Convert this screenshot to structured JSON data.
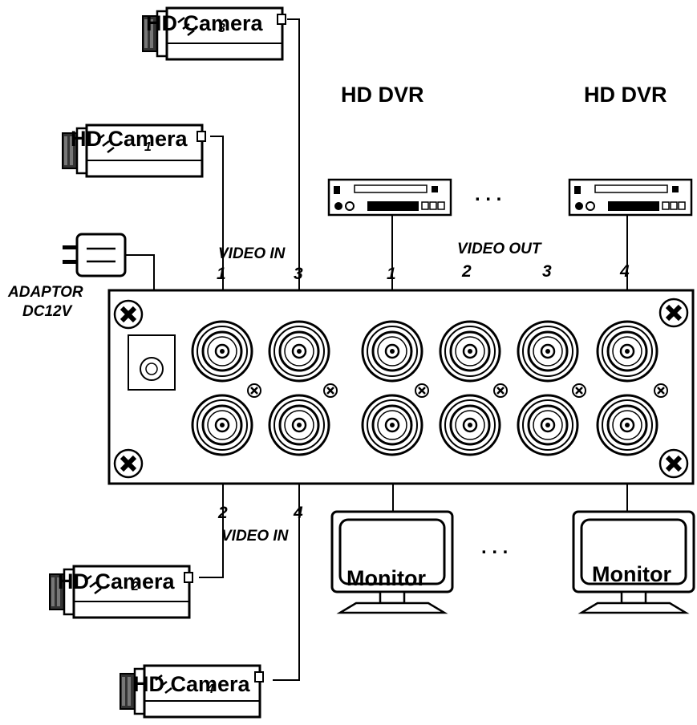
{
  "labels": {
    "dvr_left": "HD DVR",
    "dvr_right": "HD DVR",
    "video_in_top": "VIDEO IN",
    "video_in_bottom": "VIDEO IN",
    "video_out": "VIDEO OUT",
    "adaptor_line1": "ADAPTOR",
    "adaptor_line2": "DC12V",
    "ellipsis_top": ". . .",
    "ellipsis_bottom": ". . ."
  },
  "cameras": [
    {
      "label": "HD Camera",
      "index": "3"
    },
    {
      "label": "HD Camera",
      "index": "1"
    },
    {
      "label": "HD Camera",
      "index": "2"
    },
    {
      "label": "HD Camera",
      "index": "4"
    }
  ],
  "monitors": [
    {
      "label": "Monitor"
    },
    {
      "label": "Monitor"
    }
  ],
  "port_numbers": {
    "in_top": [
      "1",
      "3"
    ],
    "in_bottom": [
      "2",
      "4"
    ],
    "out_top": [
      "1",
      "2",
      "3",
      "4"
    ]
  }
}
